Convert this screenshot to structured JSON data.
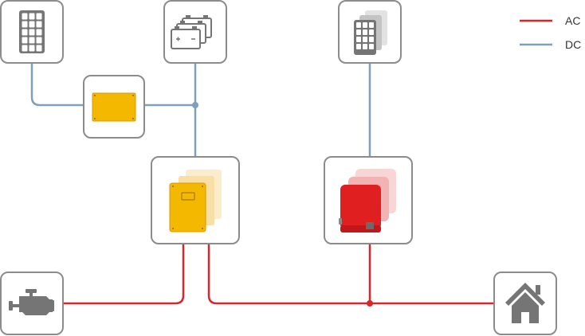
{
  "legend": {
    "items": [
      {
        "key": "ac",
        "label": "AC",
        "color": "#d9252b"
      },
      {
        "key": "dc",
        "label": "DC",
        "color": "#7f9fbd"
      }
    ]
  },
  "colors": {
    "box_border": "#8c8c8c",
    "box_fill": "#ffffff",
    "icon_grey": "#757575",
    "charge_controller": "#f5b800",
    "battery_inverter": "#f5b800",
    "battery_inverter_ghost": "#f7dfa6",
    "pv_inverter": "#e02020",
    "pv_inverter_ghost": "#f3b3b3"
  },
  "nodes": [
    {
      "id": "pv-array-left",
      "icon": "solar-panel-icon"
    },
    {
      "id": "battery-bank",
      "icon": "battery-stack-icon"
    },
    {
      "id": "pv-array-right",
      "icon": "solar-panel-stack-icon"
    },
    {
      "id": "charge-controller",
      "icon": "charge-controller-icon"
    },
    {
      "id": "battery-inverter",
      "icon": "battery-inverter-icon"
    },
    {
      "id": "pv-inverter",
      "icon": "pv-inverter-icon"
    },
    {
      "id": "generator",
      "icon": "engine-icon"
    },
    {
      "id": "house-load",
      "icon": "house-icon"
    }
  ]
}
